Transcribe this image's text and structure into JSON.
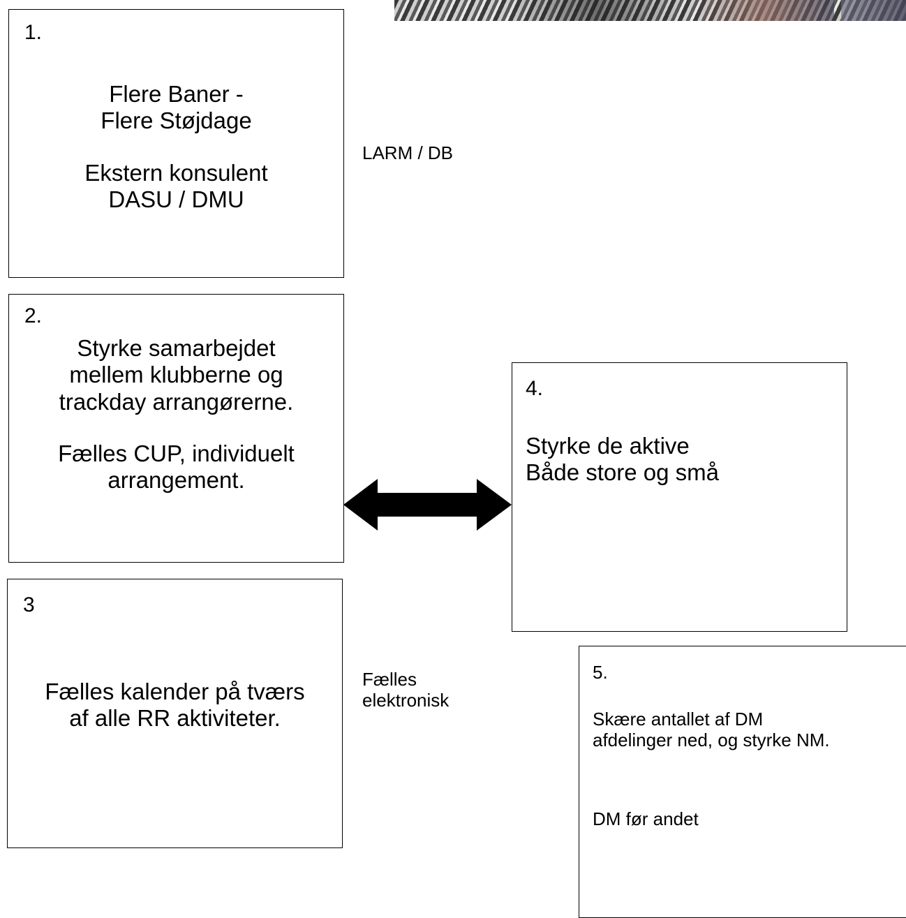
{
  "box1": {
    "number": "1.",
    "lines": [
      "Flere Baner -",
      "Flere Støjdage"
    ],
    "lines2": [
      "Ekstern konsulent",
      "DASU / DMU"
    ]
  },
  "label_larm": "LARM / DB",
  "box2": {
    "number": "2.",
    "lines": [
      "Styrke samarbejdet",
      "mellem klubberne og",
      "trackday arrangørerne."
    ],
    "lines2": [
      "Fælles CUP, individuelt",
      "arrangement."
    ]
  },
  "box3": {
    "number": "3",
    "lines": [
      "Fælles kalender på tværs",
      "af alle RR aktiviteter."
    ]
  },
  "label_faelles": [
    "Fælles",
    "elektronisk"
  ],
  "box4": {
    "number": "4.",
    "lines": [
      "Styrke de aktive",
      "Både store og små"
    ]
  },
  "box5": {
    "number": "5.",
    "lines": [
      "Skære antallet af DM",
      "afdelinger ned, og styrke NM."
    ],
    "line2": "DM før andet"
  },
  "arrow_color": "#000000"
}
